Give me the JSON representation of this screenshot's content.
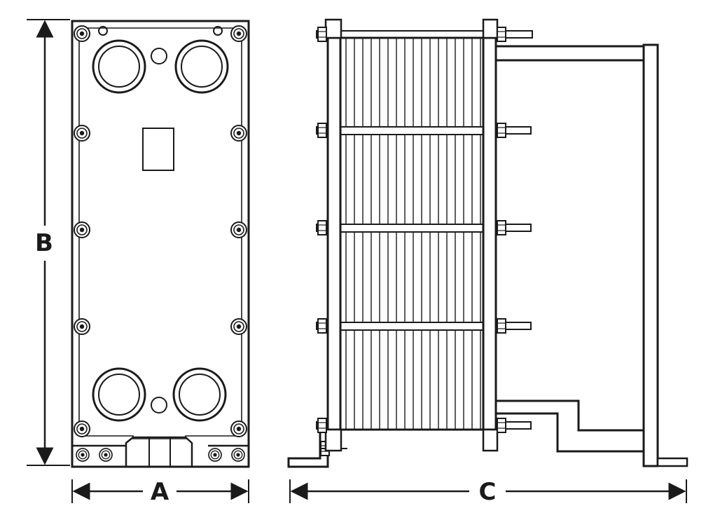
{
  "diagram": {
    "labels": {
      "width": "A",
      "height": "B",
      "length": "C"
    },
    "colors": {
      "stroke": "#1a1a1a",
      "background": "#ffffff"
    }
  }
}
